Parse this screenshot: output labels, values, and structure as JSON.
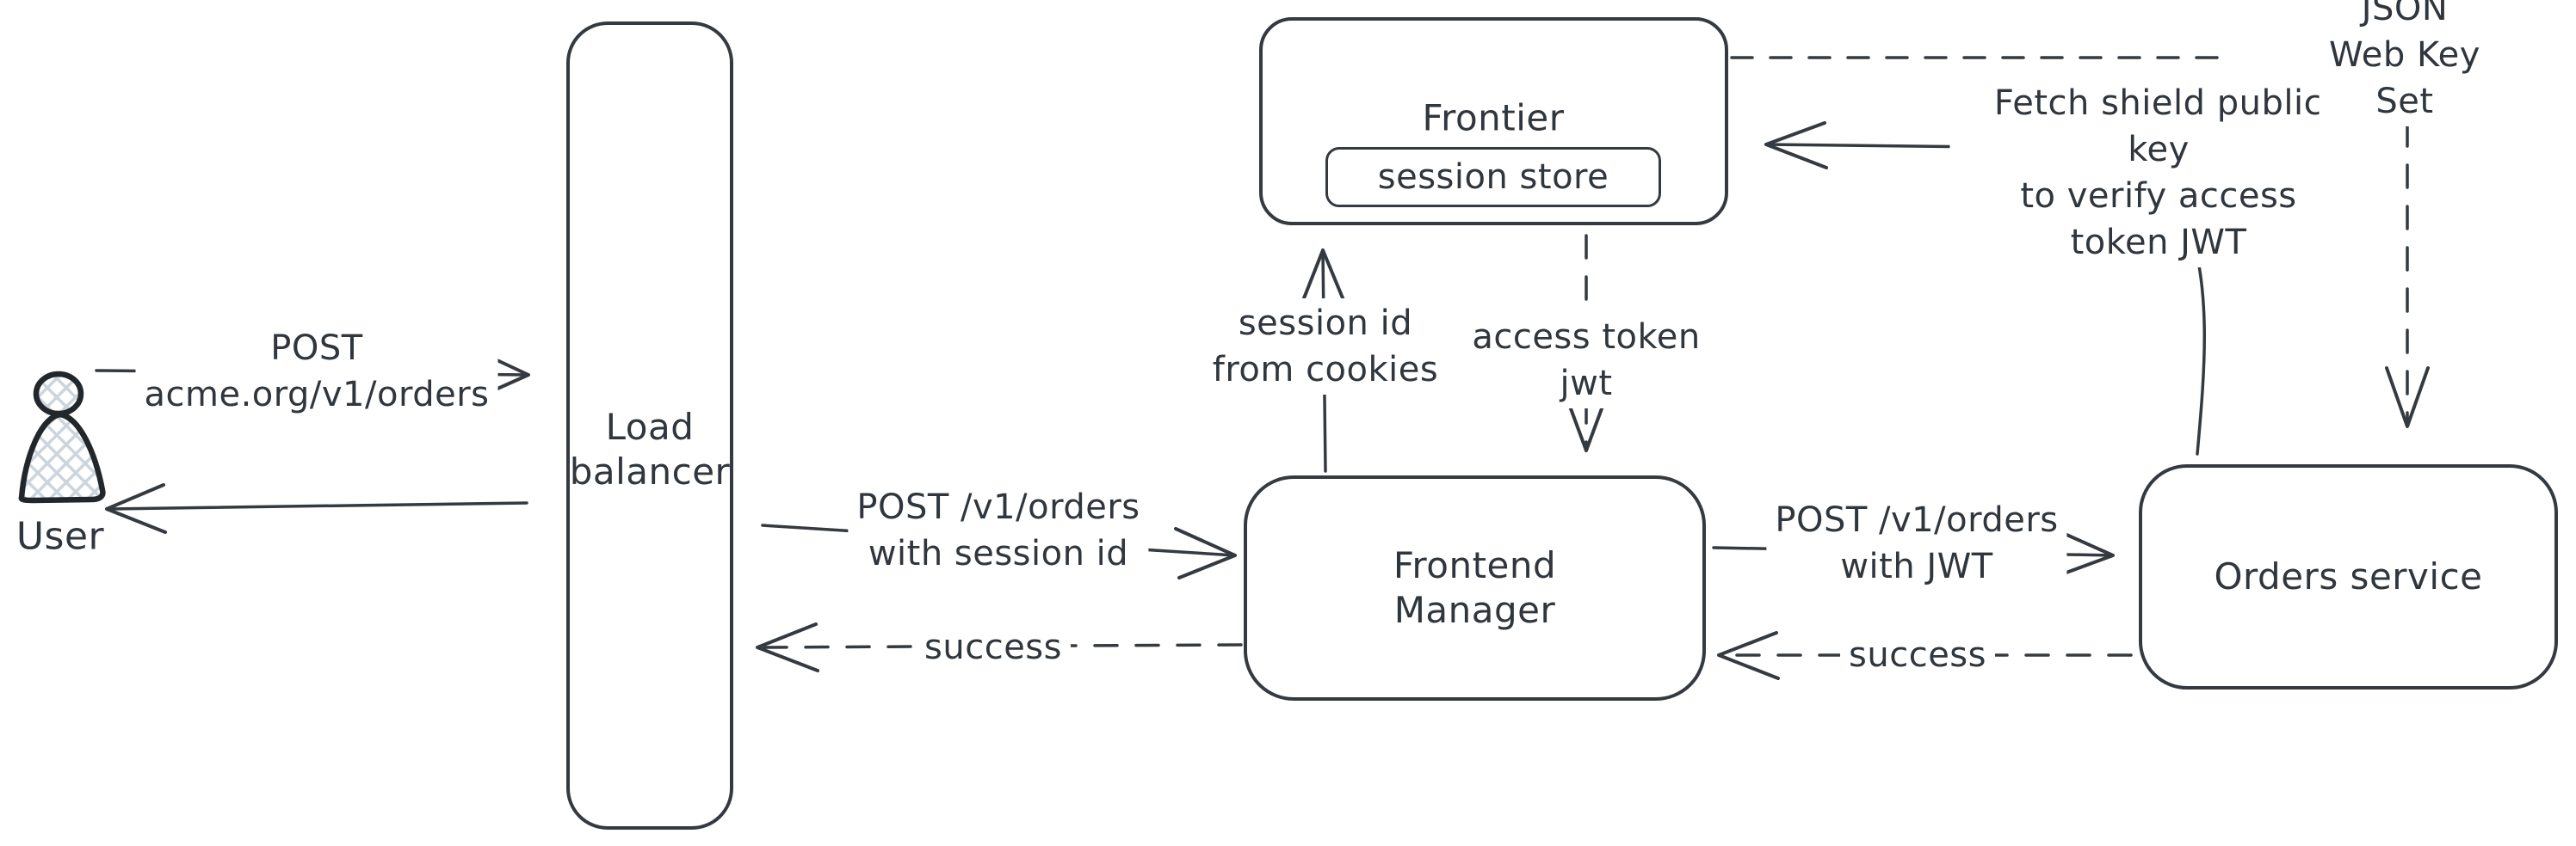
{
  "colors": {
    "stroke": "#343a40",
    "text": "#2f363d",
    "hatch": "#ccd5de",
    "background": "#ffffff"
  },
  "nodes": {
    "user": {
      "label": "User"
    },
    "load_balancer": {
      "label": "Load\nbalancer"
    },
    "frontier": {
      "label": "Frontier",
      "session_store": {
        "label": "session store"
      }
    },
    "frontend_manager": {
      "label": "Frontend\nManager"
    },
    "orders_service": {
      "label": "Orders service"
    }
  },
  "edges": {
    "user_to_load_balancer": {
      "label": "POST\nacme.org/v1/orders",
      "style": "solid"
    },
    "load_balancer_to_user": {
      "label": "",
      "style": "solid"
    },
    "load_balancer_to_frontend_manager": {
      "label": "POST /v1/orders\nwith session id",
      "style": "solid"
    },
    "frontend_manager_to_load_balancer": {
      "label": "success",
      "style": "dashed"
    },
    "frontend_manager_to_frontier": {
      "label": "session id\nfrom cookies",
      "style": "solid"
    },
    "frontier_to_frontend_manager": {
      "label": "access token\njwt",
      "style": "dashed"
    },
    "frontend_manager_to_orders_service": {
      "label": "POST /v1/orders\nwith JWT",
      "style": "solid"
    },
    "orders_service_to_frontend_manager": {
      "label": "success",
      "style": "dashed"
    },
    "orders_service_to_frontier": {
      "label": "Fetch shield public key\nto verify access\ntoken JWT",
      "style": "solid"
    },
    "frontier_to_jwks": {
      "label": "JSON Web Key Set",
      "style": "dashed"
    }
  }
}
